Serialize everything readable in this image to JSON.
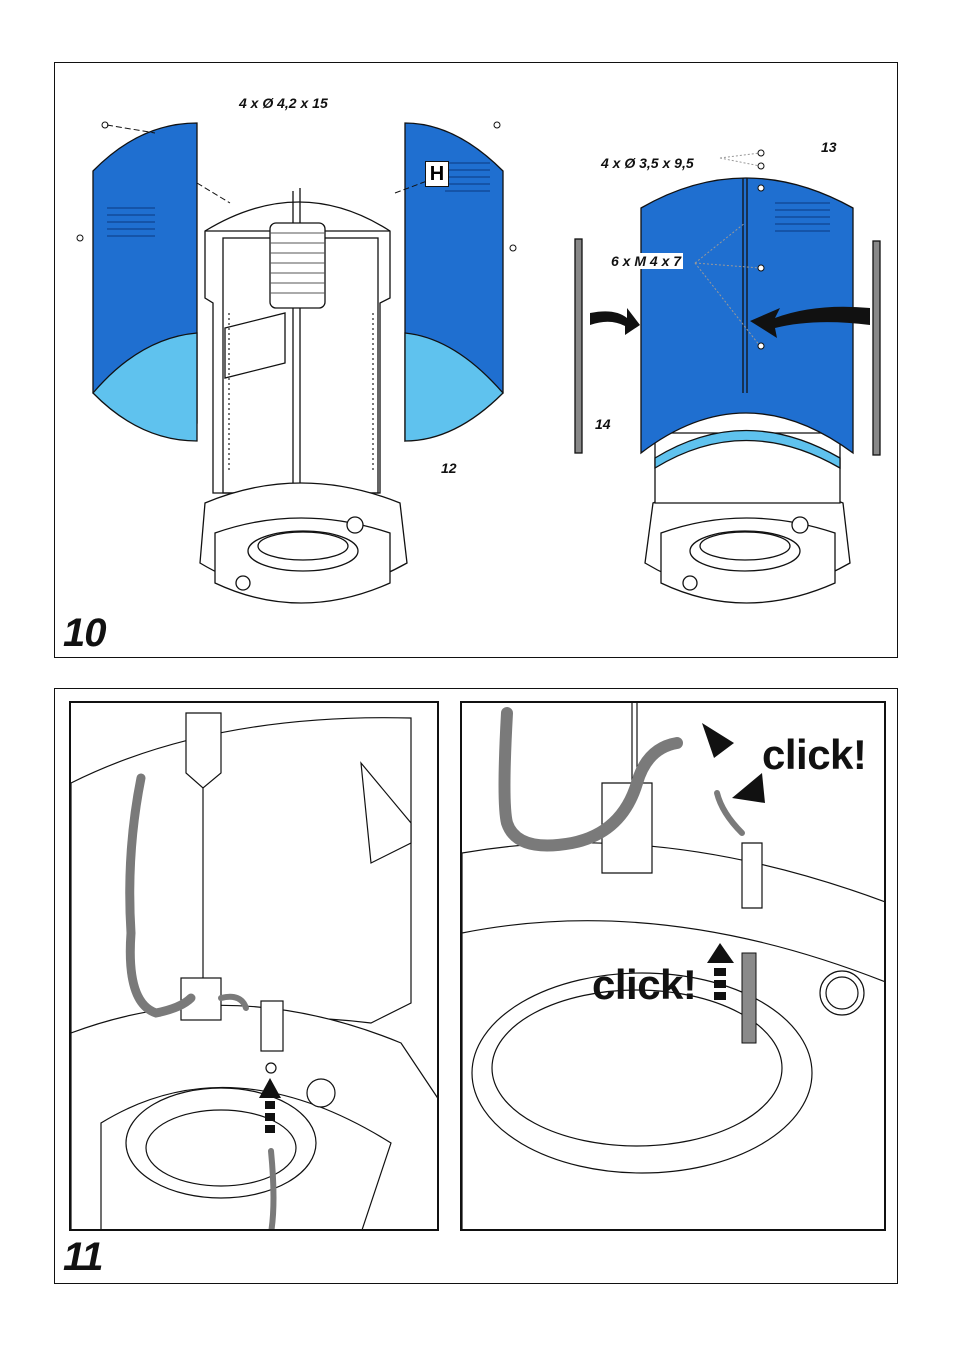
{
  "figure10": {
    "number": "10",
    "screw_label_left": "4 x Ø 4,2 x 15",
    "screw_label_right": "4 x Ø 3,5 x 9,5",
    "bolt_label": "6 x M 4 x 7",
    "callout_h": "H",
    "callout_12": "12",
    "callout_13": "13",
    "callout_14": "14",
    "panel_color": "#1f6fd0",
    "panel_light_color": "#5fc2ee"
  },
  "figure11": {
    "number": "11",
    "click_upper": "click!",
    "click_lower": "click!",
    "hose_color": "#8a8a8a"
  }
}
